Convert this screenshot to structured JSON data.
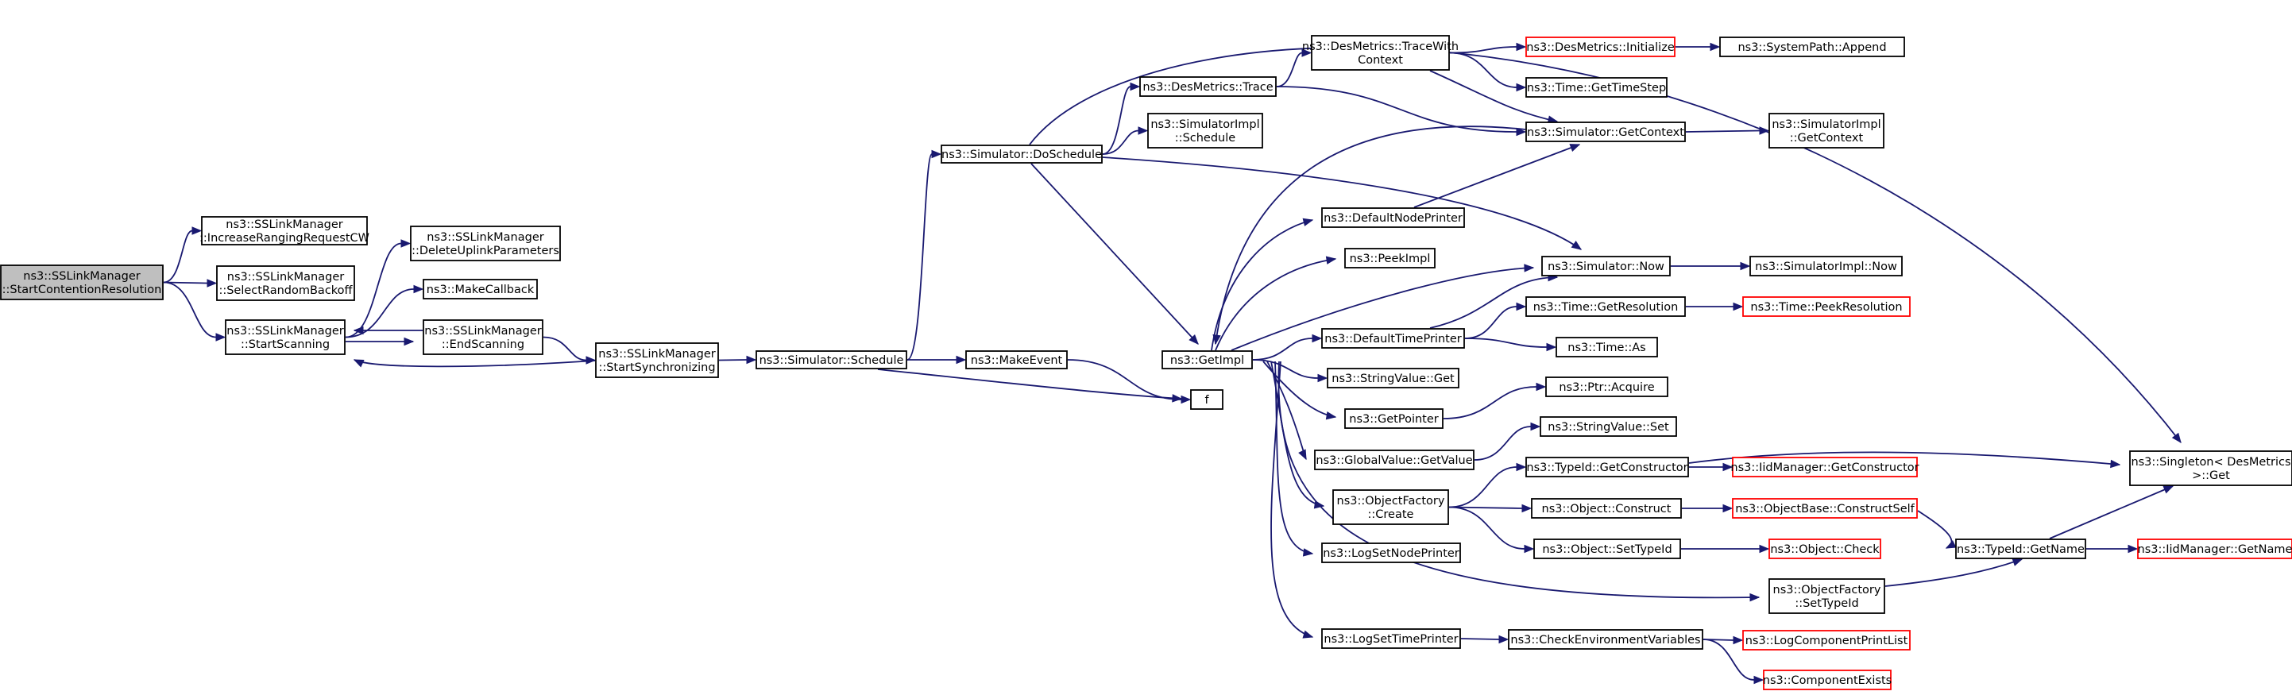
{
  "graph": {
    "nodes": [
      {
        "id": "root",
        "lines": [
          "ns3::SSLinkManager",
          "::StartContentionResolution"
        ],
        "style": "root"
      },
      {
        "id": "increase",
        "lines": [
          "ns3::SSLinkManager",
          "::IncreaseRangingRequestCW"
        ],
        "style": "normal"
      },
      {
        "id": "selectrandom",
        "lines": [
          "ns3::SSLinkManager",
          "::SelectRandomBackoff"
        ],
        "style": "normal"
      },
      {
        "id": "startscanning",
        "lines": [
          "ns3::SSLinkManager",
          "::StartScanning"
        ],
        "style": "normal"
      },
      {
        "id": "deleteuplink",
        "lines": [
          "ns3::SSLinkManager",
          "::DeleteUplinkParameters"
        ],
        "style": "normal"
      },
      {
        "id": "makecallback",
        "lines": [
          "ns3::MakeCallback"
        ],
        "style": "normal"
      },
      {
        "id": "endscanning",
        "lines": [
          "ns3::SSLinkManager",
          "::EndScanning"
        ],
        "style": "normal"
      },
      {
        "id": "startsync",
        "lines": [
          "ns3::SSLinkManager",
          "::StartSynchronizing"
        ],
        "style": "normal"
      },
      {
        "id": "schedule",
        "lines": [
          "ns3::Simulator::Schedule"
        ],
        "style": "normal"
      },
      {
        "id": "doschedule",
        "lines": [
          "ns3::Simulator::DoSchedule"
        ],
        "style": "normal"
      },
      {
        "id": "makeevent",
        "lines": [
          "ns3::MakeEvent"
        ],
        "style": "normal"
      },
      {
        "id": "f",
        "lines": [
          "f"
        ],
        "style": "normal"
      },
      {
        "id": "getimpl",
        "lines": [
          "ns3::GetImpl"
        ],
        "style": "normal"
      },
      {
        "id": "desmetricstrace",
        "lines": [
          "ns3::DesMetrics::Trace"
        ],
        "style": "normal"
      },
      {
        "id": "simimplschedule",
        "lines": [
          "ns3::SimulatorImpl",
          "::Schedule"
        ],
        "style": "normal"
      },
      {
        "id": "tracewithcontext",
        "lines": [
          "ns3::DesMetrics::TraceWith",
          "Context"
        ],
        "style": "normal"
      },
      {
        "id": "desinit",
        "lines": [
          "ns3::DesMetrics::Initialize"
        ],
        "style": "trunc"
      },
      {
        "id": "syspathappend",
        "lines": [
          "ns3::SystemPath::Append"
        ],
        "style": "normal"
      },
      {
        "id": "gettimestep",
        "lines": [
          "ns3::Time::GetTimeStep"
        ],
        "style": "normal"
      },
      {
        "id": "simgetcontext",
        "lines": [
          "ns3::Simulator::GetContext"
        ],
        "style": "normal"
      },
      {
        "id": "simimplgetcontext",
        "lines": [
          "ns3::SimulatorImpl",
          "::GetContext"
        ],
        "style": "normal"
      },
      {
        "id": "defaultnodeprinter",
        "lines": [
          "ns3::DefaultNodePrinter"
        ],
        "style": "normal"
      },
      {
        "id": "peekimpl",
        "lines": [
          "ns3::PeekImpl"
        ],
        "style": "normal"
      },
      {
        "id": "simnow",
        "lines": [
          "ns3::Simulator::Now"
        ],
        "style": "normal"
      },
      {
        "id": "simimplnow",
        "lines": [
          "ns3::SimulatorImpl::Now"
        ],
        "style": "normal"
      },
      {
        "id": "defaulttimeprinter",
        "lines": [
          "ns3::DefaultTimePrinter"
        ],
        "style": "normal"
      },
      {
        "id": "getresolution",
        "lines": [
          "ns3::Time::GetResolution"
        ],
        "style": "normal"
      },
      {
        "id": "peekresolution",
        "lines": [
          "ns3::Time::PeekResolution"
        ],
        "style": "trunc"
      },
      {
        "id": "timeas",
        "lines": [
          "ns3::Time::As"
        ],
        "style": "normal"
      },
      {
        "id": "stringvalueget",
        "lines": [
          "ns3::StringValue::Get"
        ],
        "style": "normal"
      },
      {
        "id": "getpointer",
        "lines": [
          "ns3::GetPointer"
        ],
        "style": "normal"
      },
      {
        "id": "ptracquire",
        "lines": [
          "ns3::Ptr::Acquire"
        ],
        "style": "normal"
      },
      {
        "id": "stringvalueset",
        "lines": [
          "ns3::StringValue::Set"
        ],
        "style": "normal"
      },
      {
        "id": "globalvaluegetvalue",
        "lines": [
          "ns3::GlobalValue::GetValue"
        ],
        "style": "normal"
      },
      {
        "id": "singletonget",
        "lines": [
          "ns3::Singleton< DesMetrics",
          " >::Get"
        ],
        "style": "normal"
      },
      {
        "id": "typeidgetconstructor",
        "lines": [
          "ns3::TypeId::GetConstructor"
        ],
        "style": "normal"
      },
      {
        "id": "iidgetconstructor",
        "lines": [
          "ns3::IidManager::GetConstructor"
        ],
        "style": "trunc"
      },
      {
        "id": "objfactorycreate",
        "lines": [
          "ns3::ObjectFactory",
          "::Create"
        ],
        "style": "normal"
      },
      {
        "id": "objectconstruct",
        "lines": [
          "ns3::Object::Construct"
        ],
        "style": "normal"
      },
      {
        "id": "objectbaseconstructself",
        "lines": [
          "ns3::ObjectBase::ConstructSelf"
        ],
        "style": "trunc"
      },
      {
        "id": "typeidgetname",
        "lines": [
          "ns3::TypeId::GetName"
        ],
        "style": "normal"
      },
      {
        "id": "iidgetname",
        "lines": [
          "ns3::IidManager::GetName"
        ],
        "style": "trunc"
      },
      {
        "id": "objectsettypeid",
        "lines": [
          "ns3::Object::SetTypeId"
        ],
        "style": "normal"
      },
      {
        "id": "objectcheck",
        "lines": [
          "ns3::Object::Check"
        ],
        "style": "trunc"
      },
      {
        "id": "logsetnodeprinter",
        "lines": [
          "ns3::LogSetNodePrinter"
        ],
        "style": "normal"
      },
      {
        "id": "objfactorysettypeid",
        "lines": [
          "ns3::ObjectFactory",
          "::SetTypeId"
        ],
        "style": "normal"
      },
      {
        "id": "logsettimeprinter",
        "lines": [
          "ns3::LogSetTimePrinter"
        ],
        "style": "normal"
      },
      {
        "id": "checkenvvars",
        "lines": [
          "ns3::CheckEnvironmentVariables"
        ],
        "style": "normal"
      },
      {
        "id": "logcomponentprintlist",
        "lines": [
          "ns3::LogComponentPrintList"
        ],
        "style": "trunc"
      },
      {
        "id": "componentexists",
        "lines": [
          "ns3::ComponentExists"
        ],
        "style": "trunc"
      }
    ],
    "edges": [
      [
        "root",
        "increase"
      ],
      [
        "root",
        "selectrandom"
      ],
      [
        "root",
        "startscanning"
      ],
      [
        "startscanning",
        "deleteuplink"
      ],
      [
        "startscanning",
        "makecallback"
      ],
      [
        "startscanning",
        "endscanning"
      ],
      [
        "endscanning",
        "startscanning"
      ],
      [
        "endscanning",
        "startsync"
      ],
      [
        "startsync",
        "startscanning"
      ],
      [
        "startsync",
        "schedule"
      ],
      [
        "schedule",
        "doschedule"
      ],
      [
        "schedule",
        "makeevent"
      ],
      [
        "schedule",
        "f"
      ],
      [
        "makeevent",
        "f"
      ],
      [
        "doschedule",
        "desmetricstrace"
      ],
      [
        "doschedule",
        "simimplschedule"
      ],
      [
        "doschedule",
        "getimpl"
      ],
      [
        "doschedule",
        "simnow"
      ],
      [
        "doschedule",
        "singletonget"
      ],
      [
        "desmetricstrace",
        "tracewithcontext"
      ],
      [
        "desmetricstrace",
        "simgetcontext"
      ],
      [
        "tracewithcontext",
        "desinit"
      ],
      [
        "tracewithcontext",
        "gettimestep"
      ],
      [
        "tracewithcontext",
        "simgetcontext"
      ],
      [
        "desinit",
        "syspathappend"
      ],
      [
        "simgetcontext",
        "simimplgetcontext"
      ],
      [
        "simgetcontext",
        "getimpl"
      ],
      [
        "defaultnodeprinter",
        "simgetcontext"
      ],
      [
        "getimpl",
        "defaultnodeprinter"
      ],
      [
        "getimpl",
        "peekimpl"
      ],
      [
        "getimpl",
        "simnow"
      ],
      [
        "getimpl",
        "defaulttimeprinter"
      ],
      [
        "getimpl",
        "stringvalueget"
      ],
      [
        "getimpl",
        "getpointer"
      ],
      [
        "getimpl",
        "globalvaluegetvalue"
      ],
      [
        "getimpl",
        "objfactorycreate"
      ],
      [
        "getimpl",
        "logsetnodeprinter"
      ],
      [
        "getimpl",
        "objfactorysettypeid"
      ],
      [
        "getimpl",
        "logsettimeprinter"
      ],
      [
        "simnow",
        "simimplnow"
      ],
      [
        "defaulttimeprinter",
        "simnow"
      ],
      [
        "defaulttimeprinter",
        "getresolution"
      ],
      [
        "defaulttimeprinter",
        "timeas"
      ],
      [
        "getresolution",
        "peekresolution"
      ],
      [
        "getpointer",
        "ptracquire"
      ],
      [
        "globalvaluegetvalue",
        "stringvalueset"
      ],
      [
        "objfactorycreate",
        "typeidgetconstructor"
      ],
      [
        "objfactorycreate",
        "objectconstruct"
      ],
      [
        "objfactorycreate",
        "objectsettypeid"
      ],
      [
        "typeidgetconstructor",
        "iidgetconstructor"
      ],
      [
        "typeidgetconstructor",
        "singletonget"
      ],
      [
        "objectconstruct",
        "objectbaseconstructself"
      ],
      [
        "objectbaseconstructself",
        "typeidgetname"
      ],
      [
        "typeidgetname",
        "iidgetname"
      ],
      [
        "typeidgetname",
        "singletonget"
      ],
      [
        "objectsettypeid",
        "objectcheck"
      ],
      [
        "objfactorysettypeid",
        "typeidgetname"
      ],
      [
        "logsettimeprinter",
        "checkenvvars"
      ],
      [
        "checkenvvars",
        "logcomponentprintlist"
      ],
      [
        "checkenvvars",
        "componentexists"
      ]
    ]
  }
}
